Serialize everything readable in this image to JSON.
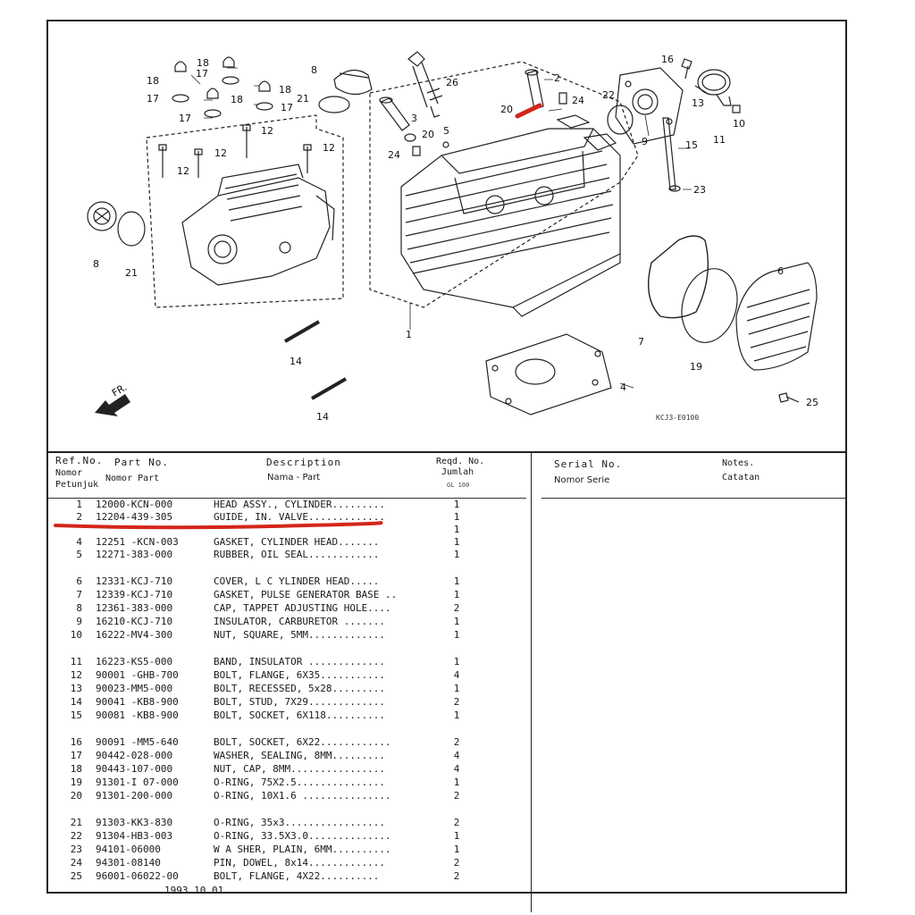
{
  "diagram": {
    "code": "KCJ3-E0100",
    "front_label": "FR.",
    "callouts": {
      "c1": "1",
      "c2": "2",
      "c3": "3",
      "c4": "4",
      "c5": "5",
      "c6": "6",
      "c7": "7",
      "c8a": "8",
      "c8b": "8",
      "c9": "9",
      "c10": "10",
      "c11": "11",
      "c12a": "12",
      "c12b": "12",
      "c12c": "12",
      "c12d": "12",
      "c13": "13",
      "c14a": "14",
      "c14b": "14",
      "c15": "15",
      "c16": "16",
      "c17a": "17",
      "c17b": "17",
      "c17c": "17",
      "c17d": "17",
      "c18a": "18",
      "c18b": "18",
      "c18c": "18",
      "c18d": "18",
      "c19": "19",
      "c20a": "20",
      "c20b": "20",
      "c21a": "21",
      "c21b": "21",
      "c22": "22",
      "c23": "23",
      "c24a": "24",
      "c24b": "24",
      "c25": "25",
      "c26": "26"
    }
  },
  "colors": {
    "highlight": "#d3261a"
  },
  "header": {
    "ref_no": "Ref.No.",
    "ref_sub1": "Nomor",
    "ref_sub2": "Petunjuk",
    "part_no": "Part No.",
    "part_sub": "Nomor Part",
    "description": "Description",
    "desc_sub": "Nama - Part",
    "reqd_no": "Reqd. No.",
    "reqd_sub": "Jumlah",
    "reqd_model": "GL 100",
    "serial_no": "Serial No.",
    "serial_sub": "Nomor Serie",
    "notes": "Notes.",
    "notes_sub": "Catatan"
  },
  "rows": [
    {
      "ref": "1",
      "part": "12000-KCN-000",
      "desc": "HEAD ASSY., CYLINDER.........",
      "qty": "1"
    },
    {
      "ref": "2",
      "part": "12204-439-305",
      "desc": "GUIDE, IN. VALVE.............",
      "qty": "1"
    },
    {
      "ref": "",
      "part": "",
      "desc": "",
      "qty": "1"
    },
    {
      "ref": "4",
      "part": "12251 -KCN-003",
      "desc": "GASKET, CYLINDER HEAD.......",
      "qty": "1"
    },
    {
      "ref": "5",
      "part": "12271-383-000",
      "desc": "RUBBER, OIL SEAL............",
      "qty": "1"
    },
    {
      "ref": "6",
      "part": "12331-KCJ-710",
      "desc": "COVER, L C YLINDER HEAD.....",
      "qty": "1"
    },
    {
      "ref": "7",
      "part": "12339-KCJ-710",
      "desc": "GASKET, PULSE GENERATOR BASE ..",
      "qty": "1"
    },
    {
      "ref": "8",
      "part": "12361-383-000",
      "desc": "CAP, TAPPET ADJUSTING HOLE....",
      "qty": "2"
    },
    {
      "ref": "9",
      "part": "16210-KCJ-710",
      "desc": "INSULATOR, CARBURETOR .......",
      "qty": "1"
    },
    {
      "ref": "10",
      "part": "16222-MV4-300",
      "desc": "NUT, SQUARE, 5MM.............",
      "qty": "1"
    },
    {
      "ref": "11",
      "part": "16223-KS5-000",
      "desc": "BAND, INSULATOR .............",
      "qty": "1"
    },
    {
      "ref": "12",
      "part": "90001 -GHB-700",
      "desc": "BOLT, FLANGE, 6X35...........",
      "qty": "4"
    },
    {
      "ref": "13",
      "part": "90023-MM5-000",
      "desc": "BOLT, RECESSED, 5x28.........",
      "qty": "1"
    },
    {
      "ref": "14",
      "part": "90041 -KB8-900",
      "desc": "BOLT, STUD, 7X29.............",
      "qty": "2"
    },
    {
      "ref": "15",
      "part": "90081 -KB8-900",
      "desc": "BOLT, SOCKET, 6X118..........",
      "qty": "1"
    },
    {
      "ref": "16",
      "part": "90091 -MM5-640",
      "desc": "BOLT, SOCKET, 6X22............",
      "qty": "2"
    },
    {
      "ref": "17",
      "part": "90442-028-000",
      "desc": "WASHER, SEALING, 8MM.........",
      "qty": "4"
    },
    {
      "ref": "18",
      "part": "90443-107-000",
      "desc": "NUT, CAP, 8MM................",
      "qty": "4"
    },
    {
      "ref": "19",
      "part": "91301-I 07-000",
      "desc": "O-RING, 75X2.5...............",
      "qty": "1"
    },
    {
      "ref": "20",
      "part": "91301-200-000",
      "desc": "O-RING, 10X1.6 ...............",
      "qty": "2"
    },
    {
      "ref": "21",
      "part": "91303-KK3-830",
      "desc": "O-RING, 35x3.................",
      "qty": "2"
    },
    {
      "ref": "22",
      "part": "91304-HB3-003",
      "desc": "O-RING, 33.5X3.0..............",
      "qty": "1"
    },
    {
      "ref": "23",
      "part": "94101-06000",
      "desc": "W A SHER, PLAIN, 6MM..........",
      "qty": "1"
    },
    {
      "ref": "24",
      "part": "94301-08140",
      "desc": "PIN, DOWEL, 8x14.............",
      "qty": "2"
    },
    {
      "ref": "25",
      "part": "96001-06022-00",
      "desc": "BOLT, FLANGE, 4X22..........",
      "qty": "2"
    }
  ],
  "footer": {
    "date": "1993.10.01"
  }
}
